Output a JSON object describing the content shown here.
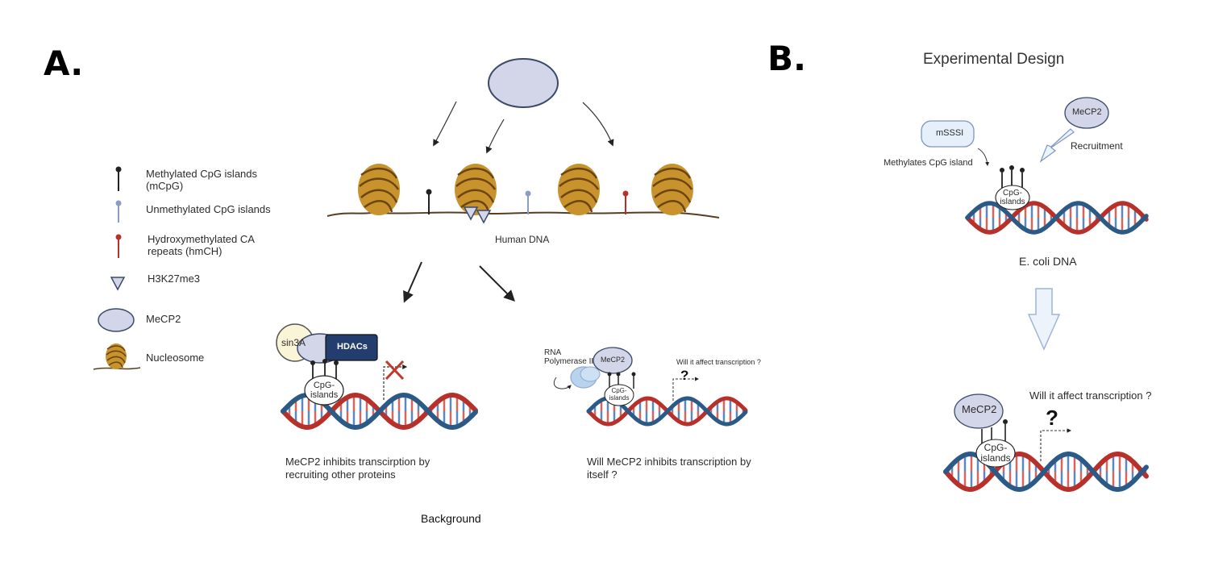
{
  "panels": {
    "a": {
      "label": "A."
    },
    "b": {
      "label": "B."
    }
  },
  "legend": {
    "methylated": "Methylated CpG islands\n(mCpG)",
    "unmethylated": "Unmethylated CpG islands",
    "hydroxymethylated": "Hydroxymethylated CA\nrepeats (hmCH)",
    "h3k27me3": "H3K27me3",
    "mecp2": "MeCP2",
    "nucleosome": "Nucleosome"
  },
  "panel_a": {
    "human_dna": "Human DNA",
    "sin3a": "sin3A",
    "hdacs": "HDACs",
    "cpg_islands_left": "CpG-\nislands",
    "left_caption": "MeCP2 inhibits transcirption by\nrecruiting other proteins",
    "rna_pol": "RNA\nPolymerase II",
    "mecp2_small": "MeCP2",
    "cpg_islands_right": "CpG-\nislands",
    "will_affect_small": "Will it affect transcription ?",
    "right_caption": "Will MeCP2 inhibits transcription by\nitself ?",
    "question_mark": "?",
    "background": "Background"
  },
  "panel_b": {
    "title": "Experimental Design",
    "msssi": "mSSSI",
    "mecp2_top": "MeCP2",
    "recruitment": "Recruitment",
    "methylates": "Methylates CpG island",
    "cpg_top": "CpG-\nislands",
    "ecoli": "E. coli DNA",
    "will_affect": "Will it affect transcription ?",
    "mecp2_bottom": "MeCP2",
    "cpg_bottom": "CpG-\nislands",
    "question_mark": "?"
  },
  "colors": {
    "nucleosome": "#c8922c",
    "nucleosome_dark": "#7a5314",
    "mecp2_fill": "#d3d6e8",
    "mecp2_stroke": "#3b4a6b",
    "dna_red": "#b8302a",
    "dna_blue": "#2c5a87",
    "methyl_black": "#222222",
    "unmethyl_blue": "#8a9ec4",
    "hydroxy_red": "#b8302a",
    "hdacs_fill": "#233e6e",
    "sin3a_fill": "#fbf5d8",
    "msssi_fill": "#e6f0fa",
    "arrow_fill": "#edf3fb",
    "arrow_stroke": "#9fb4d6",
    "cross_red": "#c0392b"
  }
}
